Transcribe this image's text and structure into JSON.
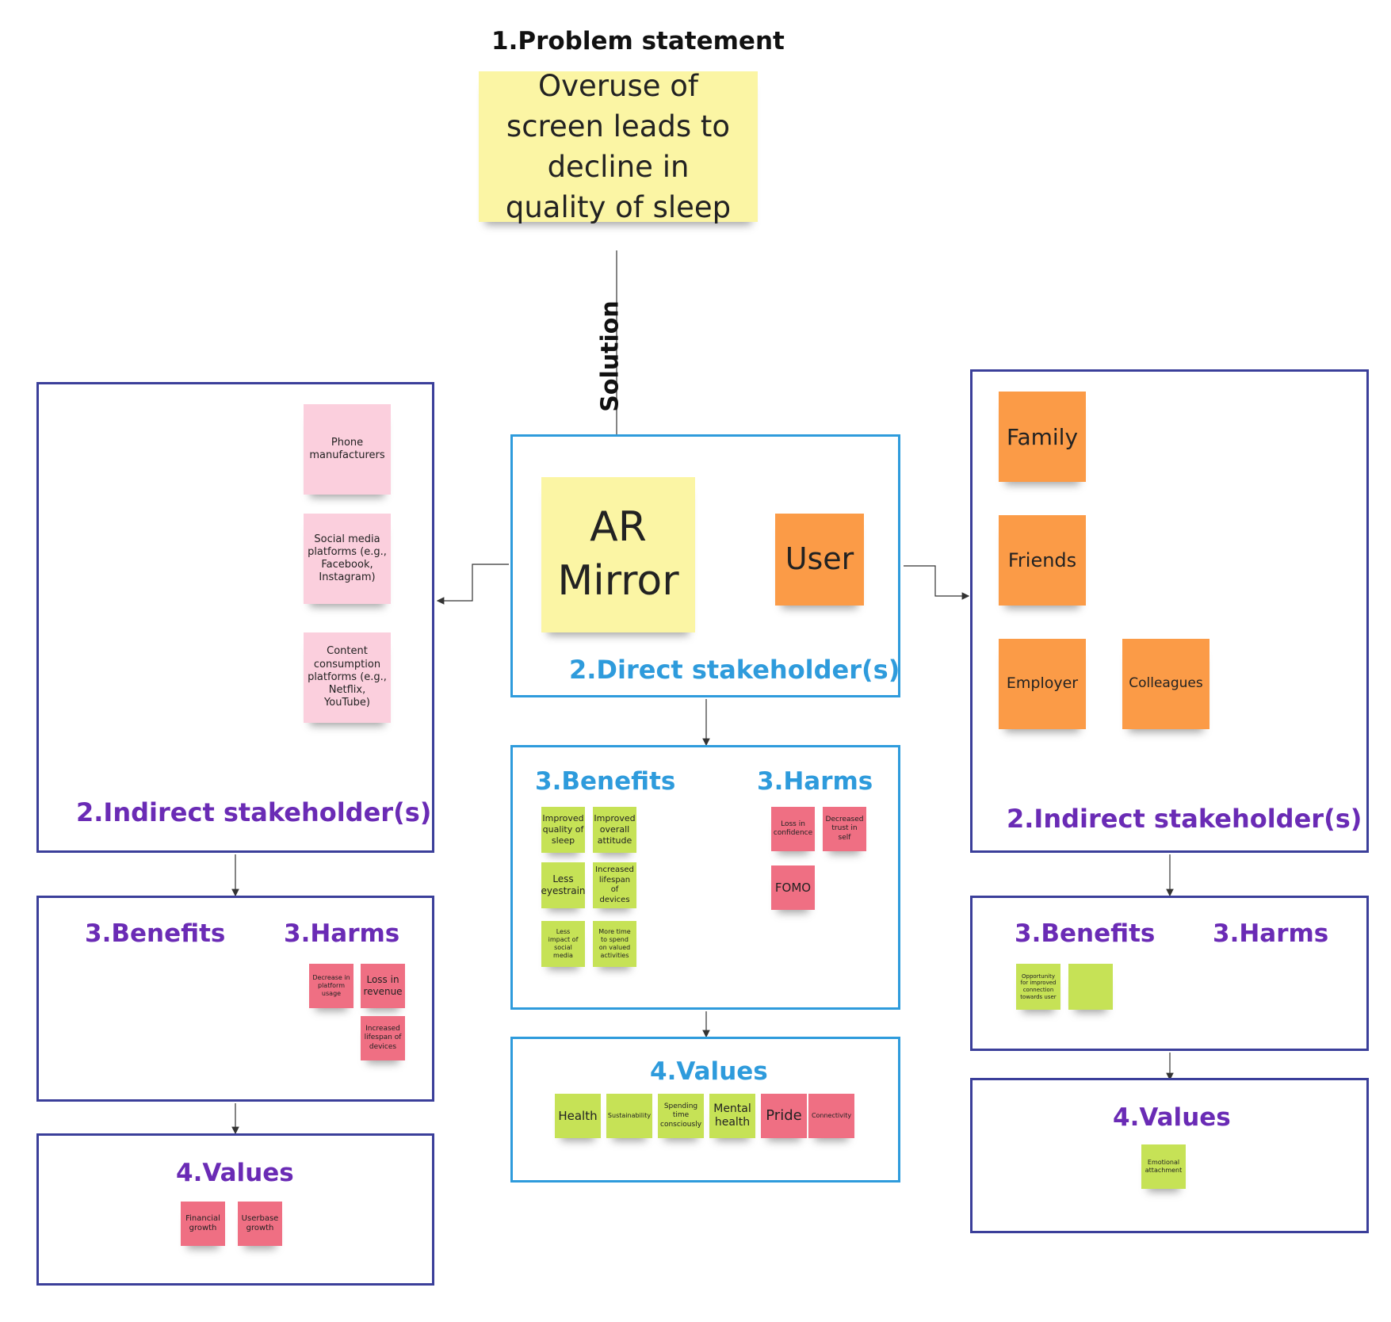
{
  "problem": {
    "title": "1.Problem statement",
    "note": "Overuse of screen leads to decline in quality of sleep"
  },
  "solution_label": "Solution",
  "direct": {
    "title": "2.Direct stakeholder(s)",
    "solution_note": "AR Mirror",
    "user_note": "User",
    "benefits_title": "3.Benefits",
    "harms_title": "3.Harms",
    "benefits": [
      "Improved quality of sleep",
      "Improved overall attitude",
      "Less eyestrain",
      "Increased lifespan of devices",
      "Less impact of social media",
      "More time to spend on valued activities"
    ],
    "harms": [
      "Loss in confidence",
      "Decreased trust in self",
      "FOMO"
    ],
    "values_title": "4.Values",
    "values": [
      "Health",
      "Sustainability",
      "Spending time consciously",
      "Mental health",
      "Pride",
      "Connectivity"
    ]
  },
  "left": {
    "title": "2.Indirect stakeholder(s)",
    "stakeholders": [
      "Phone manufacturers",
      "Social media platforms (e.g., Facebook, Instagram)",
      "Content consumption platforms (e.g., Netflix, YouTube)"
    ],
    "benefits_title": "3.Benefits",
    "harms_title": "3.Harms",
    "harms": [
      "Decrease in platform usage",
      "Loss in revenue",
      "Increased lifespan of devices"
    ],
    "values_title": "4.Values",
    "values": [
      "Financial growth",
      "Userbase growth"
    ]
  },
  "right": {
    "title": "2.Indirect stakeholder(s)",
    "stakeholders": [
      "Family",
      "Friends",
      "Employer",
      "Colleagues"
    ],
    "benefits_title": "3.Benefits",
    "harms_title": "3.Harms",
    "benefits": [
      "Opportunity for improved connection towards user",
      ""
    ],
    "values_title": "4.Values",
    "values": [
      "Emotional attachment"
    ]
  },
  "colors": {
    "indigo_border": "#3b3f9a",
    "blue_border": "#2e9bdc",
    "purple_title": "#6a2bb5",
    "blue_title": "#2e9bdc",
    "yellow_note": "#fbf5a4",
    "orange_note": "#fb9b47",
    "pink_note": "#fbcfdd",
    "red_note": "#ef6f83",
    "green_note": "#c6e256"
  }
}
